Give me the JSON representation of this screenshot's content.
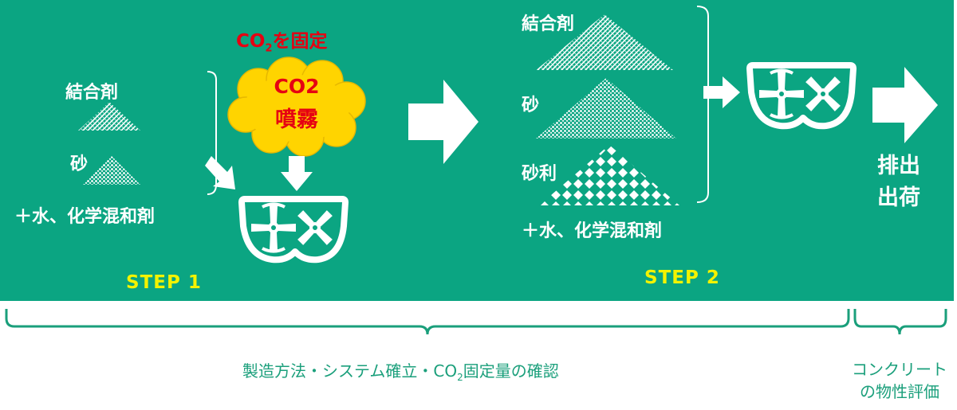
{
  "step1": {
    "binder_label": "結合剤",
    "sand_label": "砂",
    "additives_label": "＋水、化学混和剤",
    "co2_fix_label_prefix": "CO",
    "co2_fix_label_sub": "2",
    "co2_fix_label_suffix": "を固定",
    "cloud_line1": "CO2",
    "cloud_line2": "噴霧",
    "step_label": "STEP 1"
  },
  "step2": {
    "binder_label": "結合剤",
    "sand_label": "砂",
    "gravel_label": "砂利",
    "additives_label": "＋水、化学混和剤",
    "step_label": "STEP 2"
  },
  "discharge": {
    "line1": "排出",
    "line2": "出荷"
  },
  "bottom": {
    "left_prefix": "製造方法・システム確立・CO",
    "left_sub": "2",
    "left_suffix": "固定量の確認",
    "right_line1": "コンクリート",
    "right_line2": "の物性評価"
  },
  "colors": {
    "panel": "#0ba582",
    "step_label": "#f3f300",
    "co2_red": "#e60012",
    "cloud": "#ffd400",
    "bottom_text": "#1a9f7b"
  }
}
